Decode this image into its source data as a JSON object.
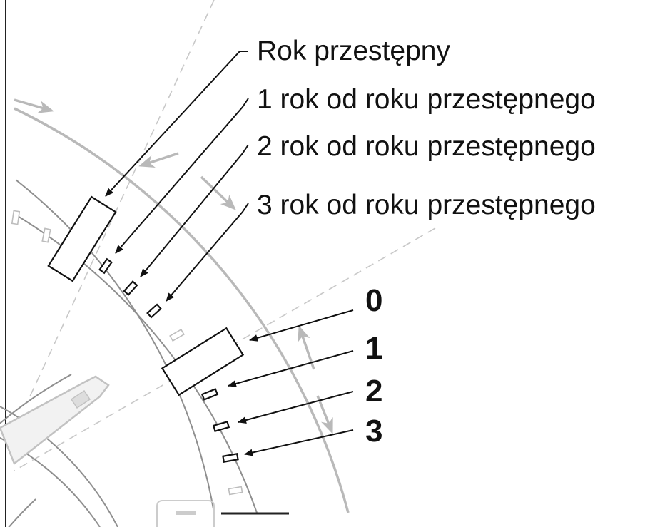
{
  "labels": {
    "leap_year": "Rok przestępny",
    "year_1": "1 rok od roku przestępnego",
    "year_2": "2 rok od roku przestępnego",
    "year_3": "3 rok od roku przestępnego"
  },
  "numbers": {
    "n0": "0",
    "n1": "1",
    "n2": "2",
    "n3": "3"
  },
  "colors": {
    "ink": "#111111",
    "light_gray": "#b9b9b9",
    "dashed": "#c8c8c8"
  }
}
